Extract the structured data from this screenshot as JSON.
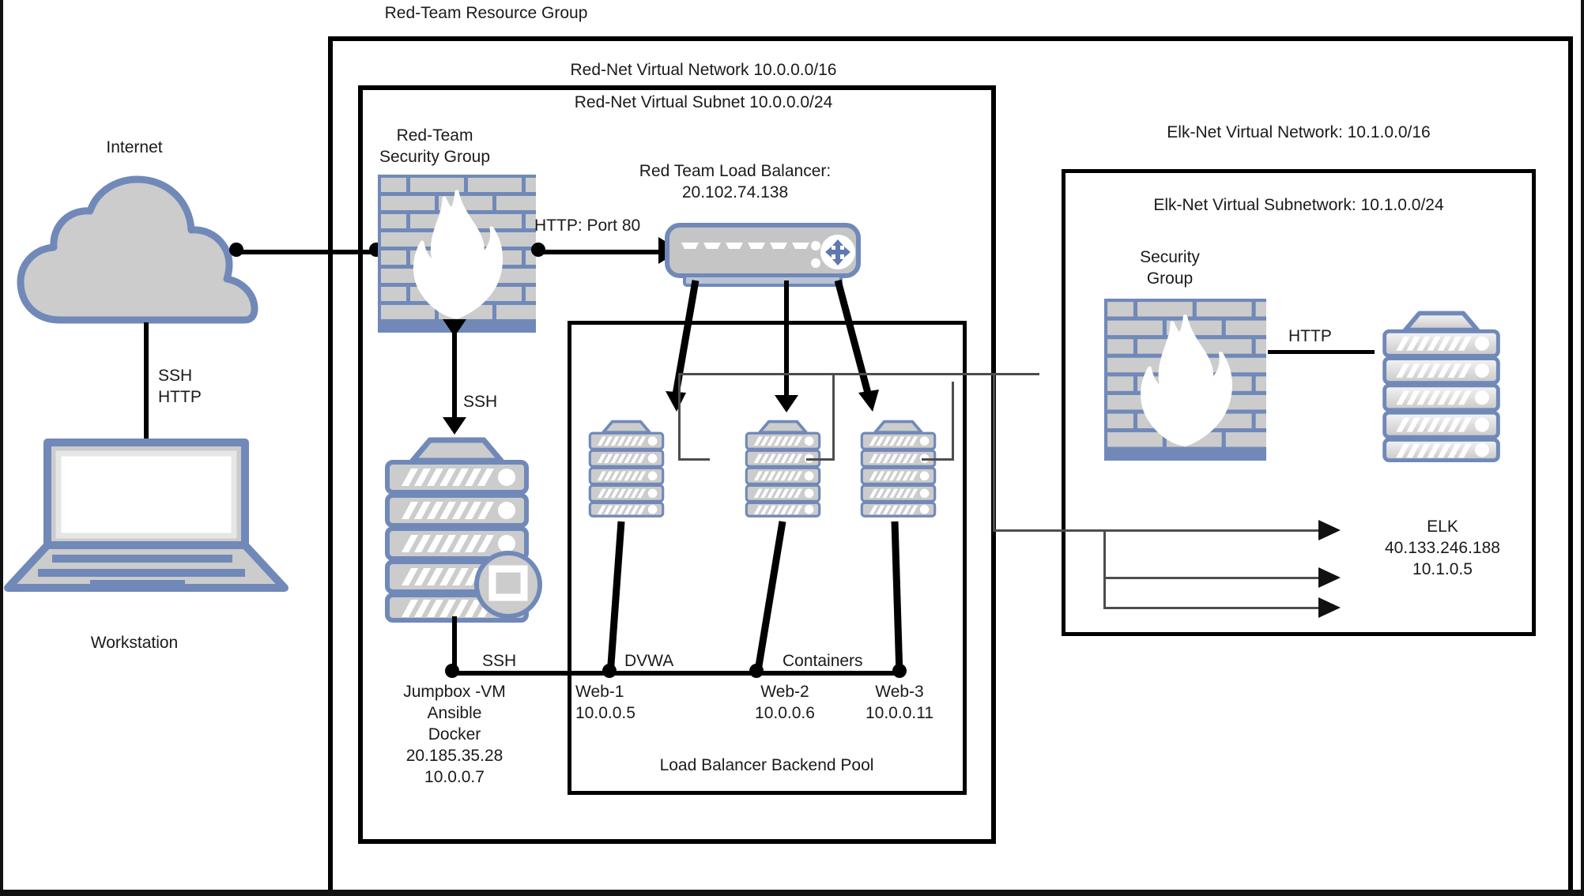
{
  "diagram": {
    "title": "Red-Team Resource Group"
  },
  "groups": {
    "resource_group": "Red-Team Resource Group",
    "red_vnet": "Red-Net Virtual Network 10.0.0.0/16",
    "red_subnet": "Red-Net Virtual Subnet 10.0.0.0/24",
    "backend_pool": "Load Balancer Backend Pool",
    "elk_vnet": "Elk-Net Virtual Network: 10.1.0.0/16",
    "elk_subnet": "Elk-Net Virtual Subnetwork: 10.1.0.0/24"
  },
  "nodes": {
    "internet": {
      "label": "Internet",
      "icon": "cloud-icon"
    },
    "workstation": {
      "label": "Workstation",
      "icon": "laptop-icon"
    },
    "red_security_group": {
      "label": "Red-Team\nSecurity Group",
      "icon": "firewall-icon"
    },
    "load_balancer": {
      "label": "Red Team Load Balancer:\n20.102.74.138",
      "name": "Red Team Load Balancer:",
      "ip": "20.102.74.138",
      "icon": "switch-icon"
    },
    "jumpbox": {
      "label": "Jumpbox -VM\nAnsible\nDocker\n20.185.35.28\n10.0.0.7",
      "name": "Jumpbox -VM",
      "tools": [
        "Ansible",
        "Docker"
      ],
      "public_ip": "20.185.35.28",
      "private_ip": "10.0.0.7",
      "icon": "server-rack-icon",
      "badge_icon": "docker-badge-icon"
    },
    "web1": {
      "name": "Web-1",
      "ip": "10.0.0.5",
      "icon": "server-rack-icon"
    },
    "web2": {
      "name": "Web-2",
      "ip": "10.0.0.6",
      "icon": "server-rack-icon"
    },
    "web3": {
      "name": "Web-3",
      "ip": "10.0.0.11",
      "icon": "server-rack-icon"
    },
    "elk_security_group": {
      "label": "Security\nGroup",
      "icon": "firewall-icon"
    },
    "elk": {
      "label": "ELK\n40.133.246.188\n10.1.0.5",
      "name": "ELK",
      "public_ip": "40.133.246.188",
      "private_ip": "10.1.0.5",
      "icon": "server-rack-icon"
    }
  },
  "edge_labels": {
    "internet_to_workstation": "SSH\nHTTP",
    "firewall_to_lb": "HTTP: Port 80",
    "firewall_to_jumpbox": "SSH",
    "jumpbox_to_web1": "SSH",
    "web1_to_web2": "DVWA",
    "web2_to_web3": "Containers",
    "elk_sg_to_elk": "HTTP"
  },
  "colors": {
    "icon_stroke": "#7089b8",
    "icon_fill": "#cccccc",
    "wire": "#000000",
    "thin_wire": "#4d4d4d",
    "box_border": "#000000",
    "text": "#1a1a1a"
  }
}
